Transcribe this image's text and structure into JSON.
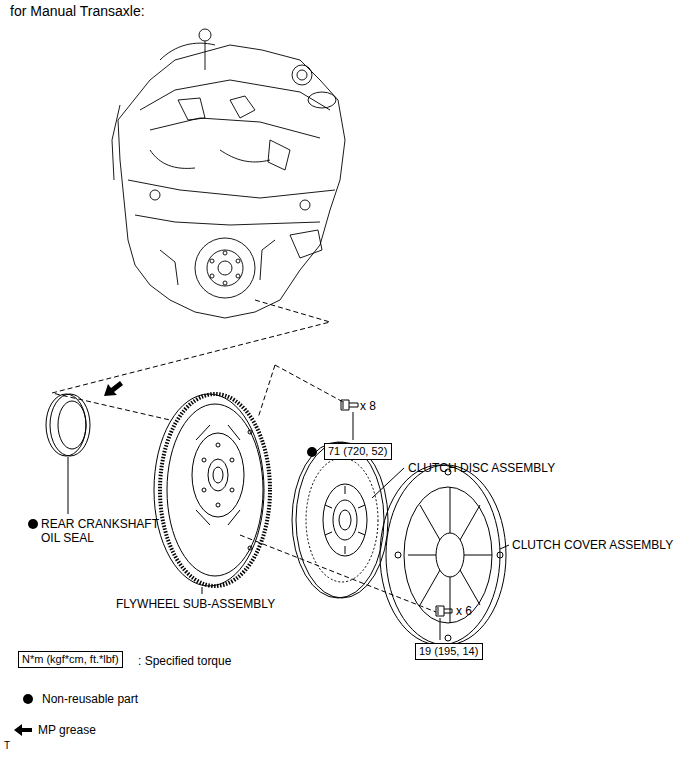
{
  "diagram": {
    "title": "for Manual Transaxle:",
    "nodes": [
      {
        "text": [
          "71 (720, 52)"
        ]
      },
      {
        "text": [
          "19 (195, 14)"
        ]
      },
      {
        "text": [
          "N*m (kgf*cm, ft.*lbf)"
        ]
      }
    ],
    "labels": [
      "x 8",
      "CLUTCH DISC ASSEMBLY",
      "CLUTCH COVER ASSEMBLY",
      "REAR CRANKSHAFT OIL SEAL",
      "FLYWHEEL SUB-ASSEMBLY",
      "x 6",
      "T"
    ],
    "legend": [
      {
        "text": ": Specified torque"
      },
      {
        "text": "Non-reusable part"
      },
      {
        "text": "MP grease"
      }
    ]
  }
}
